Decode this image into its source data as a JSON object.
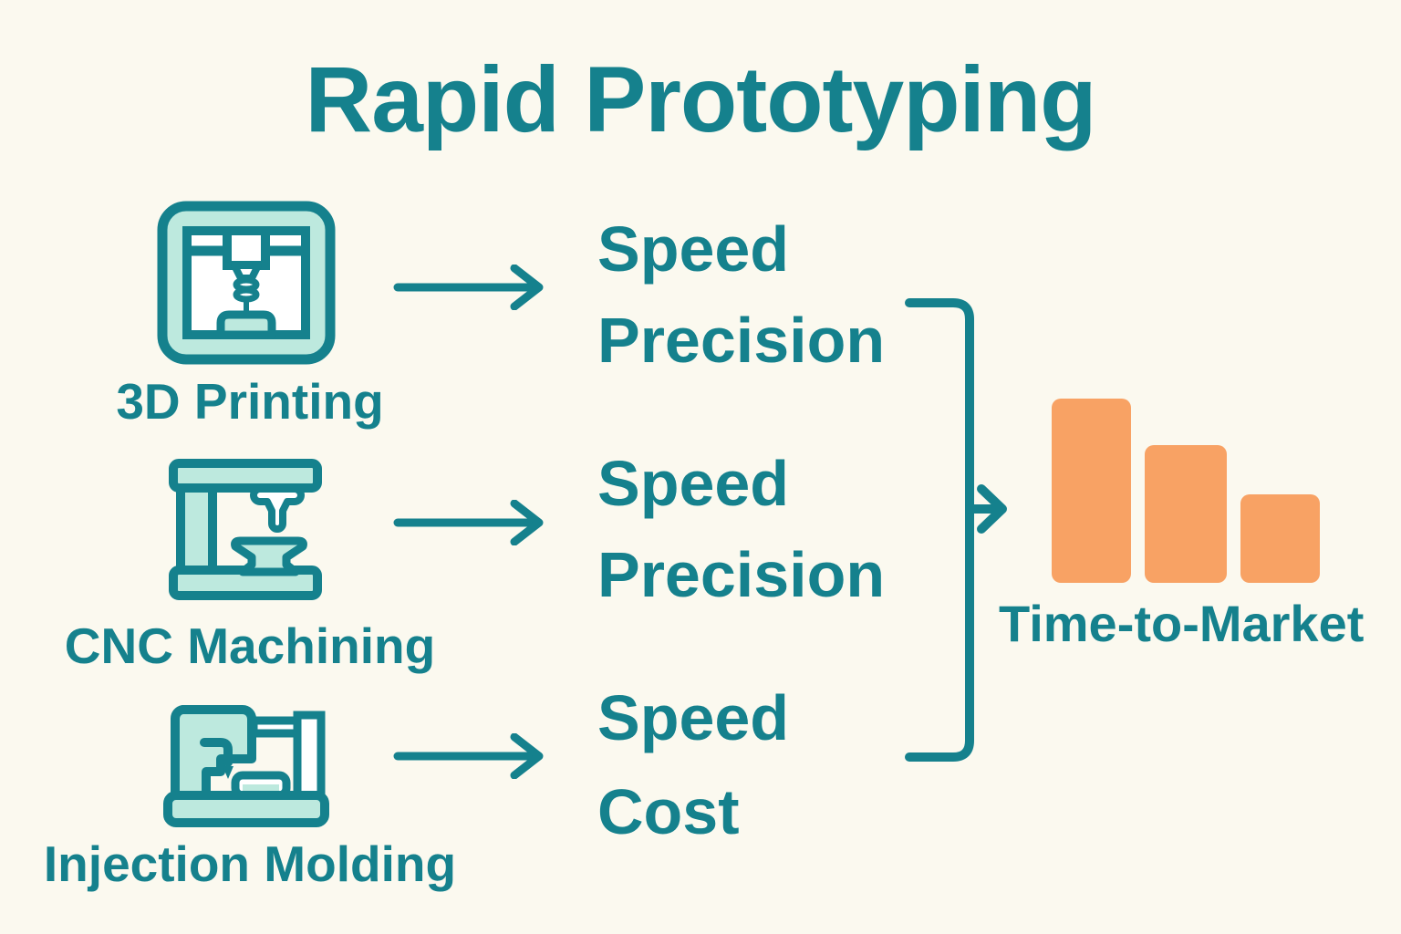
{
  "title": "Rapid Prototyping",
  "colors": {
    "teal": "#15818D",
    "mint": "#BDE9DE",
    "orange": "#F8A264",
    "background": "#FBF9EF"
  },
  "methods": [
    {
      "label": "3D Printing",
      "icon": "3d-printer-icon",
      "benefits": [
        "Speed",
        "Precision"
      ]
    },
    {
      "label": "CNC Machining",
      "icon": "cnc-machine-icon",
      "benefits": [
        "Speed",
        "Precision"
      ]
    },
    {
      "label": "Injection Molding",
      "icon": "injection-molding-icon",
      "benefits": [
        "Speed",
        "Cost"
      ]
    }
  ],
  "outcome": {
    "label": "Time-to-Market"
  },
  "chart_data": {
    "type": "bar",
    "title": "Time-to-Market",
    "categories": [
      "bar-1",
      "bar-2",
      "bar-3"
    ],
    "values": [
      100,
      75,
      48
    ],
    "ylim": [
      0,
      100
    ],
    "xlabel": "",
    "ylabel": "",
    "grid": false,
    "legend": false,
    "annotation": "three decreasing orange bars indicating reduced time-to-market"
  }
}
